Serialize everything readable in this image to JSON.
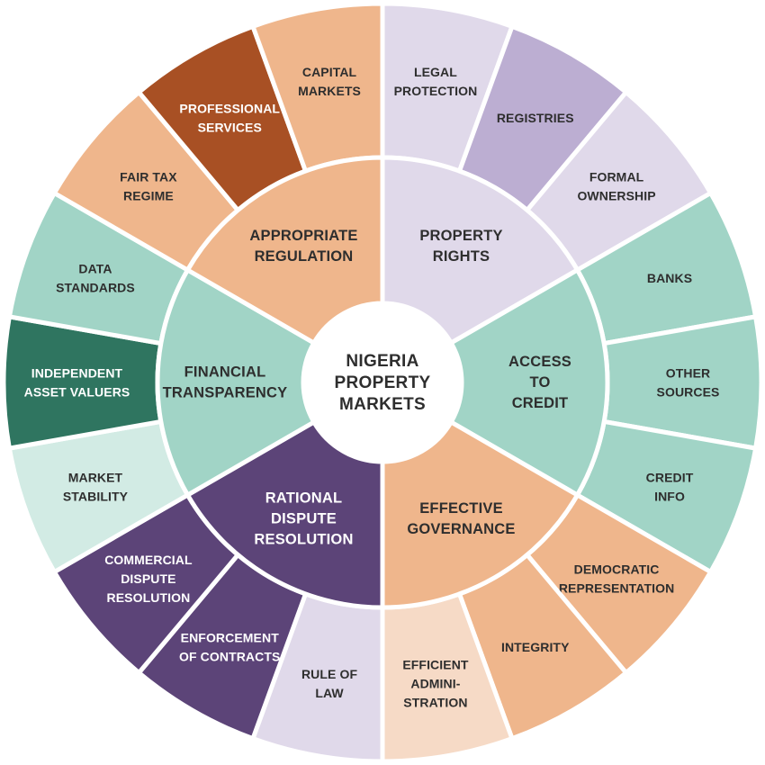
{
  "center": {
    "lines": [
      "NIGERIA",
      "PROPERTY",
      "MARKETS"
    ],
    "fill": "#ffffff",
    "text_color": "#2e2e2e"
  },
  "pillars": [
    {
      "id": "property-rights",
      "lines": [
        "PROPERTY",
        "RIGHTS"
      ],
      "fill": "#e0d9ea",
      "text_color": "#2e2e2e",
      "sub": [
        {
          "lines": [
            "LEGAL",
            "PROTECTION"
          ],
          "fill": "#e0d9ea",
          "text_color": "#2e2e2e"
        },
        {
          "lines": [
            "REGISTRIES"
          ],
          "fill": "#bcaed2",
          "text_color": "#2e2e2e"
        },
        {
          "lines": [
            "FORMAL",
            "OWNERSHIP"
          ],
          "fill": "#e0d9ea",
          "text_color": "#2e2e2e"
        }
      ]
    },
    {
      "id": "access-to-credit",
      "lines": [
        "ACCESS",
        "TO",
        "CREDIT"
      ],
      "fill": "#a1d4c6",
      "text_color": "#2e2e2e",
      "sub": [
        {
          "lines": [
            "BANKS"
          ],
          "fill": "#a1d4c6",
          "text_color": "#2e2e2e"
        },
        {
          "lines": [
            "OTHER",
            "SOURCES"
          ],
          "fill": "#a1d4c6",
          "text_color": "#2e2e2e"
        },
        {
          "lines": [
            "CREDIT",
            "INFO"
          ],
          "fill": "#a1d4c6",
          "text_color": "#2e2e2e"
        }
      ]
    },
    {
      "id": "effective-governance",
      "lines": [
        "EFFECTIVE",
        "GOVERNANCE"
      ],
      "fill": "#efb68c",
      "text_color": "#2e2e2e",
      "sub": [
        {
          "lines": [
            "DEMOCRATIC",
            "REPRESENTATION"
          ],
          "fill": "#efb68c",
          "text_color": "#2e2e2e"
        },
        {
          "lines": [
            "INTEGRITY"
          ],
          "fill": "#efb68c",
          "text_color": "#2e2e2e"
        },
        {
          "lines": [
            "EFFICIENT",
            "ADMINI-",
            "STRATION"
          ],
          "fill": "#f6dac6",
          "text_color": "#2e2e2e"
        }
      ]
    },
    {
      "id": "rational-dispute-resolution",
      "lines": [
        "RATIONAL",
        "DISPUTE",
        "RESOLUTION"
      ],
      "fill": "#5c4478",
      "text_color": "#ffffff",
      "sub": [
        {
          "lines": [
            "RULE OF",
            "LAW"
          ],
          "fill": "#e0d9ea",
          "text_color": "#2e2e2e"
        },
        {
          "lines": [
            "ENFORCEMENT",
            "OF CONTRACTS"
          ],
          "fill": "#5c4478",
          "text_color": "#ffffff"
        },
        {
          "lines": [
            "COMMERCIAL",
            "DISPUTE",
            "RESOLUTION"
          ],
          "fill": "#5c4478",
          "text_color": "#ffffff"
        }
      ]
    },
    {
      "id": "financial-transparency",
      "lines": [
        "FINANCIAL",
        "TRANSPARENCY"
      ],
      "fill": "#a1d4c6",
      "text_color": "#2e2e2e",
      "sub": [
        {
          "lines": [
            "MARKET",
            "STABILITY"
          ],
          "fill": "#d2ebe4",
          "text_color": "#2e2e2e"
        },
        {
          "lines": [
            "INDEPENDENT",
            "ASSET VALUERS"
          ],
          "fill": "#2f7560",
          "text_color": "#ffffff"
        },
        {
          "lines": [
            "DATA",
            "STANDARDS"
          ],
          "fill": "#a1d4c6",
          "text_color": "#2e2e2e"
        }
      ]
    },
    {
      "id": "appropriate-regulation",
      "lines": [
        "APPROPRIATE",
        "REGULATION"
      ],
      "fill": "#efb68c",
      "text_color": "#2e2e2e",
      "sub": [
        {
          "lines": [
            "FAIR TAX",
            "REGIME"
          ],
          "fill": "#efb68c",
          "text_color": "#2e2e2e"
        },
        {
          "lines": [
            "PROFESSIONAL",
            "SERVICES"
          ],
          "fill": "#a85024",
          "text_color": "#ffffff"
        },
        {
          "lines": [
            "CAPITAL",
            "MARKETS"
          ],
          "fill": "#efb68c",
          "text_color": "#2e2e2e"
        }
      ]
    }
  ]
}
